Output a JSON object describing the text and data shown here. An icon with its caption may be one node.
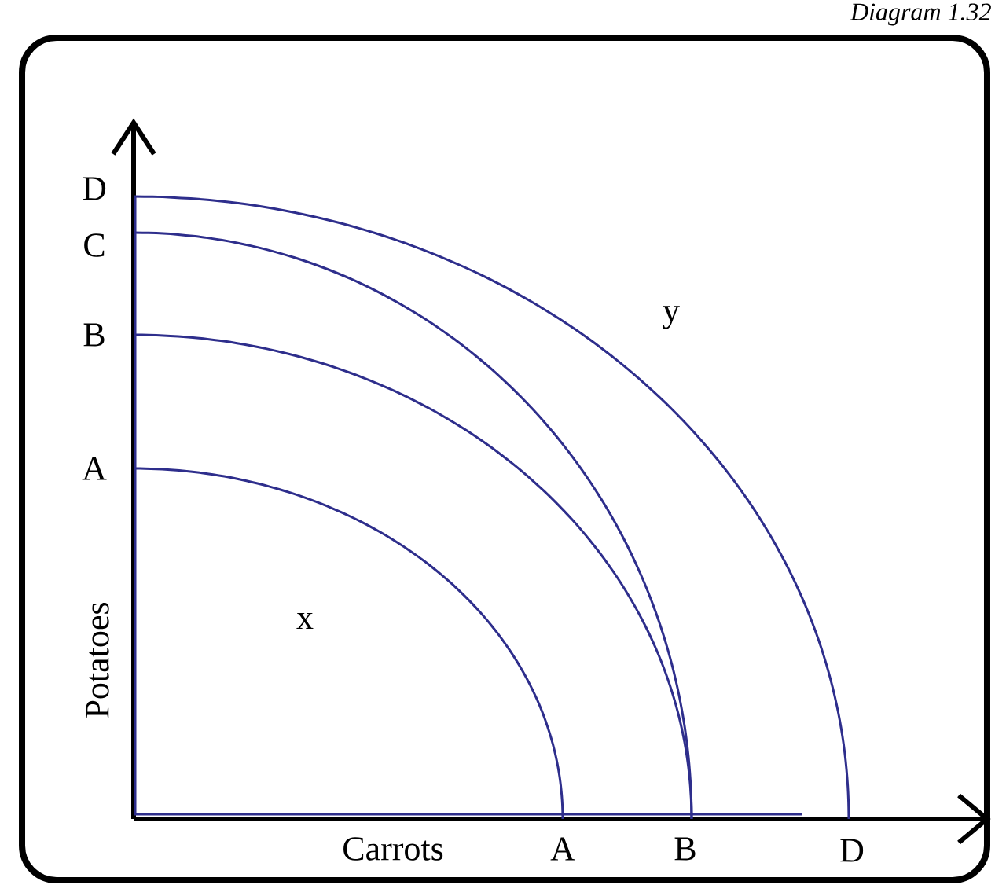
{
  "diagram": {
    "caption": "Diagram 1.32",
    "labels": [
      "D",
      "C",
      "B",
      "y",
      "A",
      "x",
      "Potatoes",
      "Carrots",
      "A",
      "B",
      "D"
    ]
  }
}
